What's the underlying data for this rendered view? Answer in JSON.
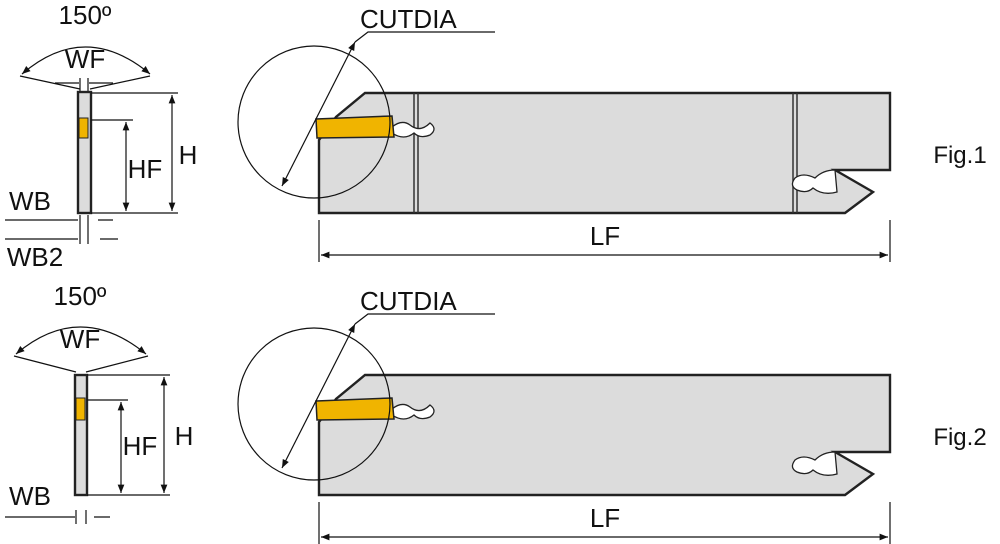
{
  "figures": [
    {
      "name": "Fig.1",
      "angle": "150º",
      "labels": {
        "wf": "WF",
        "hf": "HF",
        "h": "H",
        "wb": "WB",
        "wb2": "WB2",
        "cutdia": "CUTDIA",
        "lf": "LF"
      }
    },
    {
      "name": "Fig.2",
      "angle": "150º",
      "labels": {
        "wf": "WF",
        "hf": "HF",
        "h": "H",
        "wb": "WB",
        "cutdia": "CUTDIA",
        "lf": "LF"
      }
    }
  ],
  "colors": {
    "insert": "#f0b400",
    "body": "#dcdcdc",
    "line": "#111111"
  }
}
